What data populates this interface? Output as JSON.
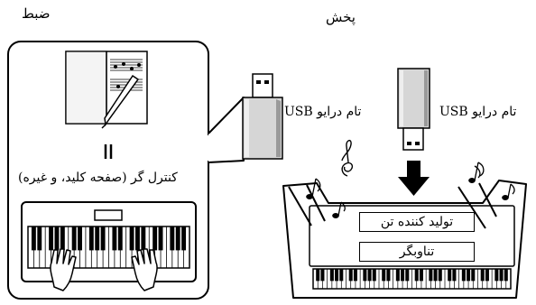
{
  "captions": {
    "record": "ضبط",
    "playback": "پخش"
  },
  "usb_labels": {
    "left": "تام درایو USB",
    "right": "تام درایو USB"
  },
  "controller_label": "کنترل گر (صفحه کلید، و غیره)",
  "sequencer_label": "تولید کننده تن",
  "player_label": "تناوبگر",
  "icons": [
    "usb-drive-icon",
    "score-pen-icon",
    "keyboard-icon",
    "hands-icon",
    "music-note-icon",
    "treble-clef-icon",
    "arrow-down-icon",
    "piano-icon"
  ]
}
